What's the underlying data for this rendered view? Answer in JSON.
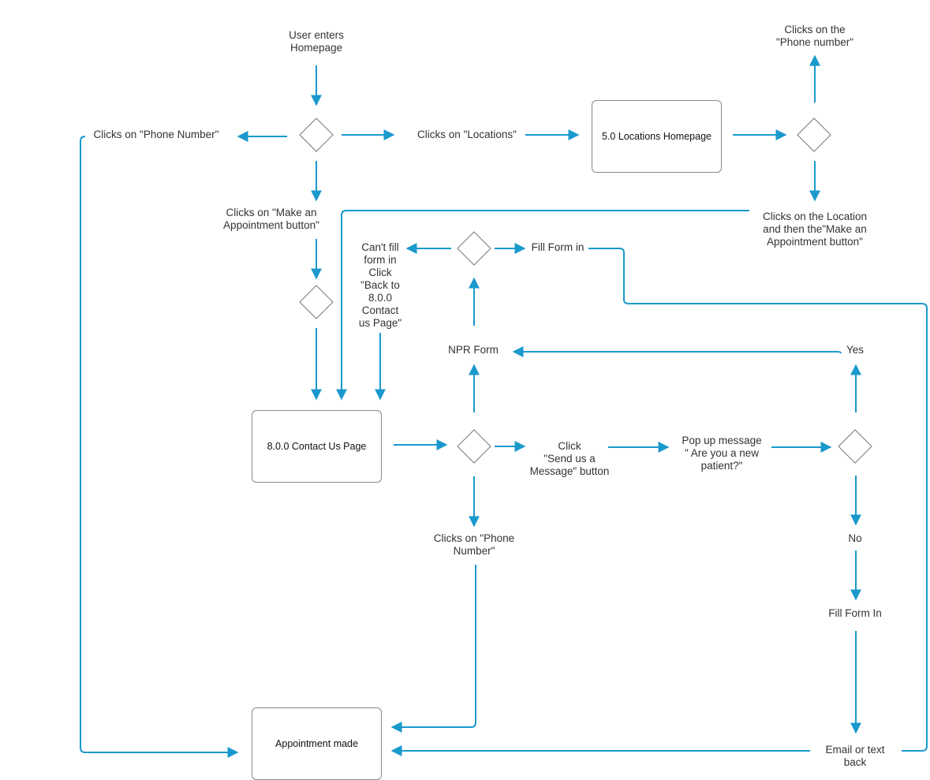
{
  "colors": {
    "connector": "#1a99cc",
    "decision_border": "#777777",
    "box_border": "#8a8a8a"
  },
  "labels": {
    "user_enters": "User enters\nHomepage",
    "phone_top": "Clicks on the\n\"Phone number\"",
    "clicks_phone_left": "Clicks on \"Phone Number\"",
    "clicks_locations": "Clicks on \"Locations\"",
    "make_appt": "Clicks on \"Make an\nAppointment button\"",
    "location_then_appt": "Clicks on the Location\nand then the\"Make an\nAppointment button\"",
    "cant_fill": "Can't fill\nform in\nClick\n\"Back to\n8.0.0\nContact\nus Page\"",
    "fill_form_in": "Fill Form in",
    "npr_form": "NPR Form",
    "yes": "Yes",
    "send_message": "Click\n\"Send us a\nMessage\" button",
    "popup": "Pop up message\n\" Are you a new\npatient?\"",
    "clicks_phone_bottom": "Clicks on \"Phone\nNumber\"",
    "no": "No",
    "fill_form_in_2": "Fill Form In",
    "email_text": "Email or text\nback"
  },
  "boxes": {
    "locations_homepage": "5.0 Locations Homepage",
    "contact_us": "8.0.0 Contact Us Page",
    "appointment_made": "Appointment made"
  }
}
